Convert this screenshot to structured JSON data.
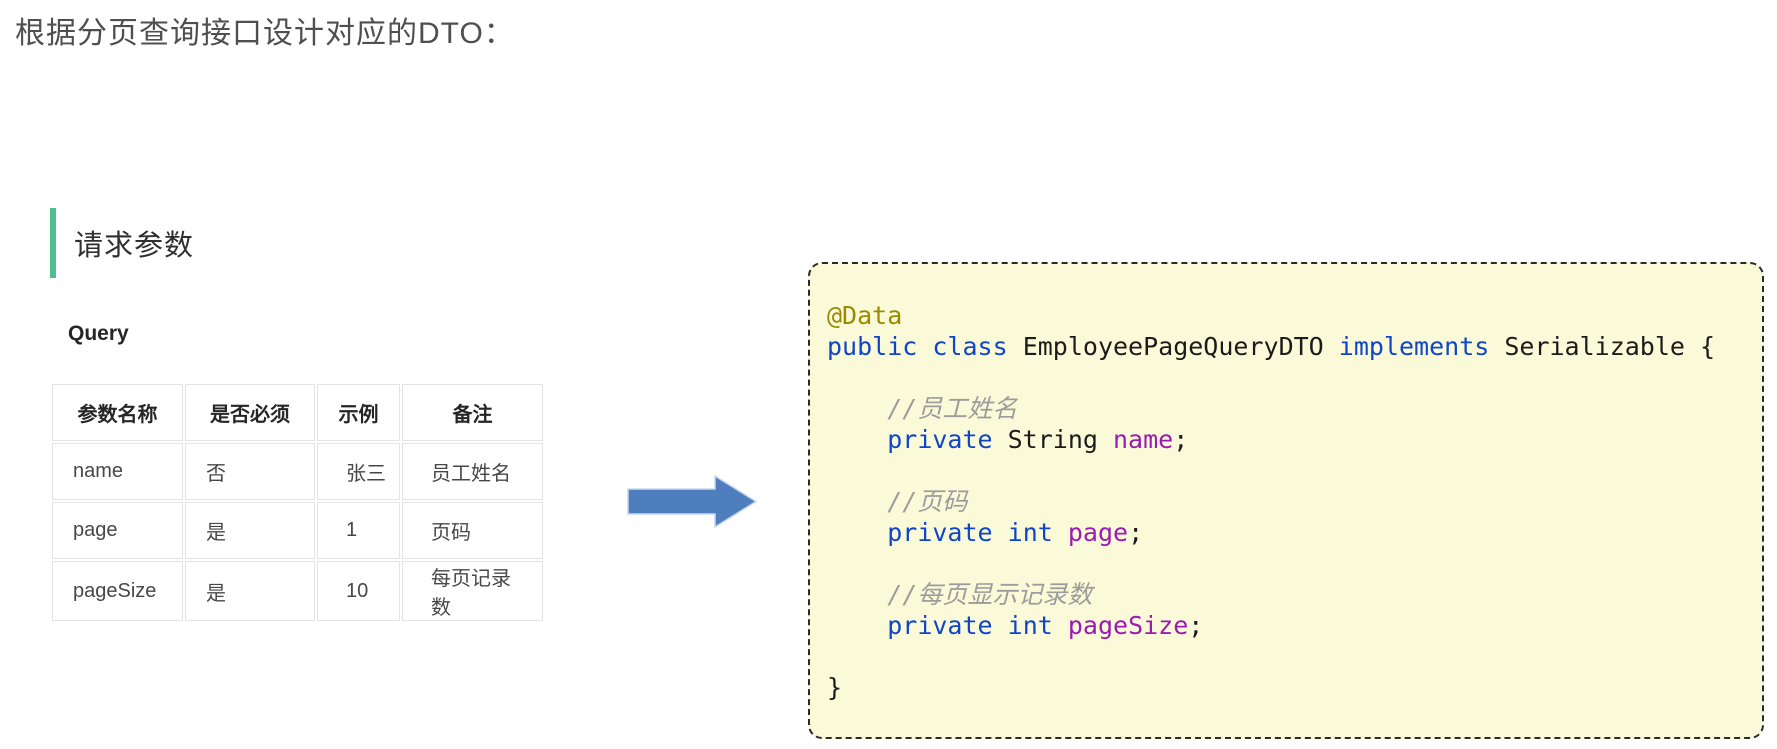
{
  "page": {
    "title": "根据分页查询接口设计对应的DTO："
  },
  "section": {
    "title": "请求参数",
    "accent_color": "#4fc08d",
    "subtitle": "Query"
  },
  "params_table": {
    "headers": [
      "参数名称",
      "是否必须",
      "示例",
      "备注"
    ],
    "rows": [
      [
        "name",
        "否",
        "张三",
        "员工姓名"
      ],
      [
        "page",
        "是",
        "1",
        "页码"
      ],
      [
        "pageSize",
        "是",
        "10",
        "每页记录数"
      ]
    ]
  },
  "arrow": {
    "direction": "right",
    "fill": "#4e7ebe",
    "stroke": "#c9d8ec"
  },
  "code_block": {
    "language": "java",
    "background": "#fbfad8",
    "border_color": "#2a2a2a",
    "token_colors": {
      "annotation": "#9a8a00",
      "keyword": "#0f45c8",
      "field": "#9a1bb3",
      "comment": "#9c9c9c",
      "plain": "#1b1b1b"
    },
    "lines": [
      [
        {
          "t": "@Data",
          "c": "annotation"
        }
      ],
      [
        {
          "t": "public",
          "c": "keyword"
        },
        {
          "t": " ",
          "c": "plain"
        },
        {
          "t": "class",
          "c": "keyword"
        },
        {
          "t": " EmployeePageQueryDTO ",
          "c": "plain"
        },
        {
          "t": "implements",
          "c": "keyword"
        },
        {
          "t": " Serializable {",
          "c": "plain"
        }
      ],
      [],
      [
        {
          "t": "    ",
          "c": "plain"
        },
        {
          "t": "//员工姓名",
          "c": "comment"
        }
      ],
      [
        {
          "t": "    ",
          "c": "plain"
        },
        {
          "t": "private",
          "c": "keyword"
        },
        {
          "t": " String ",
          "c": "plain"
        },
        {
          "t": "name",
          "c": "field"
        },
        {
          "t": ";",
          "c": "plain"
        }
      ],
      [],
      [
        {
          "t": "    ",
          "c": "plain"
        },
        {
          "t": "//页码",
          "c": "comment"
        }
      ],
      [
        {
          "t": "    ",
          "c": "plain"
        },
        {
          "t": "private",
          "c": "keyword"
        },
        {
          "t": " ",
          "c": "plain"
        },
        {
          "t": "int",
          "c": "keyword"
        },
        {
          "t": " ",
          "c": "plain"
        },
        {
          "t": "page",
          "c": "field"
        },
        {
          "t": ";",
          "c": "plain"
        }
      ],
      [],
      [
        {
          "t": "    ",
          "c": "plain"
        },
        {
          "t": "//每页显示记录数",
          "c": "comment"
        }
      ],
      [
        {
          "t": "    ",
          "c": "plain"
        },
        {
          "t": "private",
          "c": "keyword"
        },
        {
          "t": " ",
          "c": "plain"
        },
        {
          "t": "int",
          "c": "keyword"
        },
        {
          "t": " ",
          "c": "plain"
        },
        {
          "t": "pageSize",
          "c": "field"
        },
        {
          "t": ";",
          "c": "plain"
        }
      ],
      [],
      [
        {
          "t": "}",
          "c": "plain"
        }
      ]
    ]
  }
}
